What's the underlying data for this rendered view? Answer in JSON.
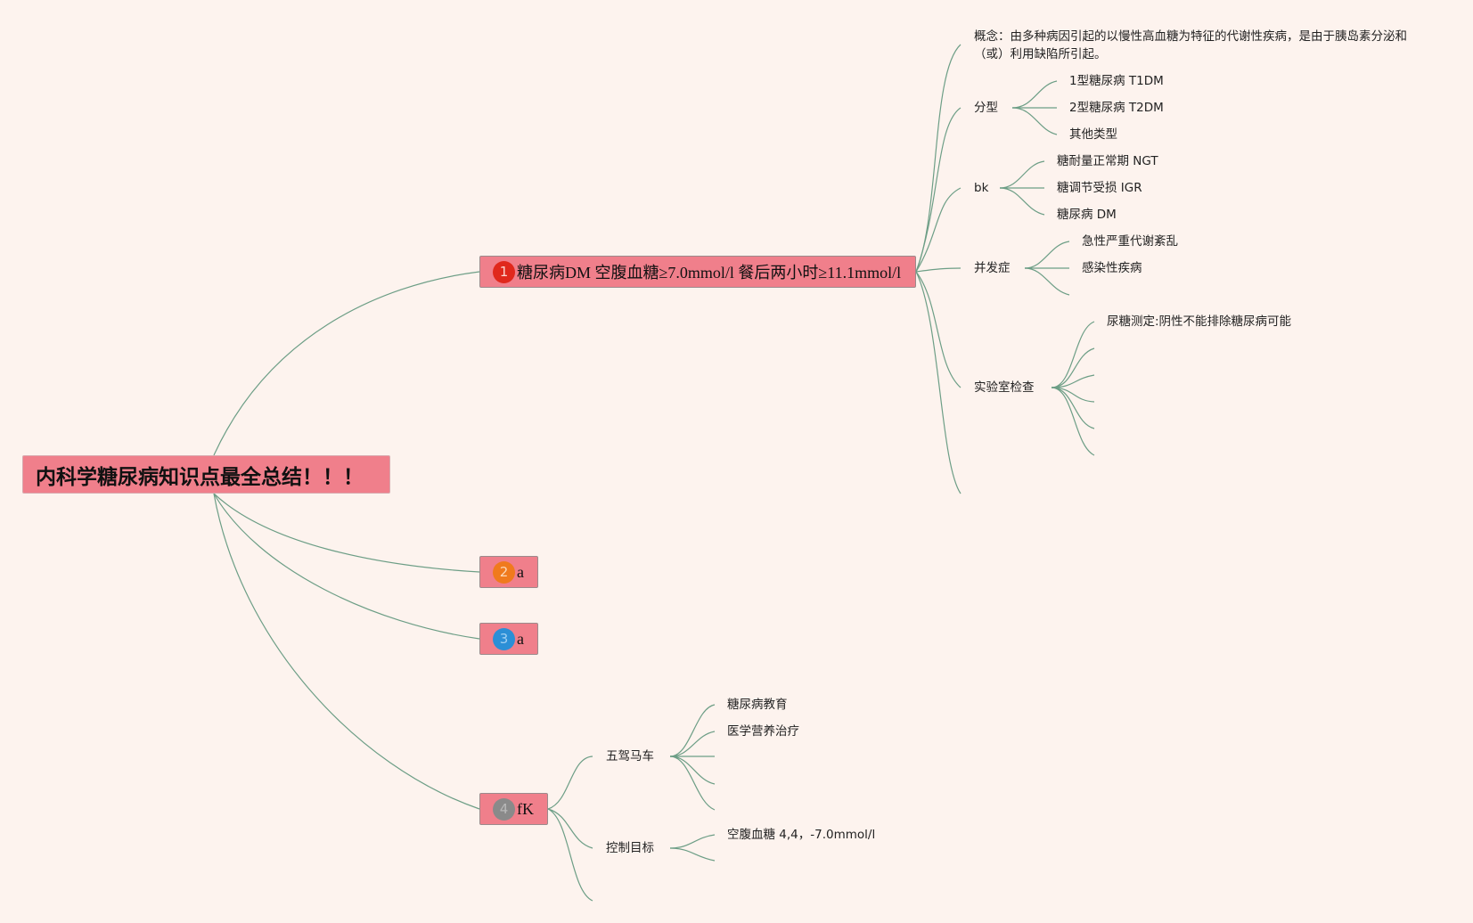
{
  "root": {
    "label": "内科学糖尿病知识点最全总结！！！"
  },
  "branches": [
    {
      "badge": "1",
      "badge_color": "#e0281c",
      "label": "糖尿病DM 空腹血糖≥7.0mmol/l 餐后两小时≥11.1mmol/l"
    },
    {
      "badge": "2",
      "badge_color": "#f07a1d",
      "label": "a"
    },
    {
      "badge": "3",
      "badge_color": "#2b8fd6",
      "label": "a"
    },
    {
      "badge": "4",
      "badge_color": "#8a8a8a",
      "label": "fK"
    }
  ],
  "branch1": {
    "concept": "概念：由多种病因引起的以慢性高血糖为特征的代谢性疾病，是由于胰岛素分泌和（或）利用缺陷所引起。",
    "types": {
      "label": "分型",
      "items": [
        "1型糖尿病 T1DM",
        "2型糖尿病 T2DM",
        "其他类型"
      ]
    },
    "stages": {
      "label": "bk",
      "items": [
        "糖耐量正常期 NGT",
        "糖调节受损 IGR",
        "糖尿病 DM"
      ]
    },
    "complications": {
      "label": "并发症",
      "items": [
        "急性严重代谢紊乱",
        "感染性疾病"
      ]
    },
    "lab": {
      "label": "实验室检查",
      "items": [
        "尿糖测定:阴性不能排除糖尿病可能"
      ]
    }
  },
  "branch4": {
    "five": {
      "label": "五驾马车",
      "items": [
        "糖尿病教育",
        "医学营养治疗"
      ]
    },
    "targets": {
      "label": "控制目标",
      "items": [
        "空腹血糖 4,4，-7.0mmol/l"
      ]
    }
  },
  "colors": {
    "background": "#fdf3ee",
    "node_fill": "#f07f8b",
    "link": "#6d9e86"
  }
}
